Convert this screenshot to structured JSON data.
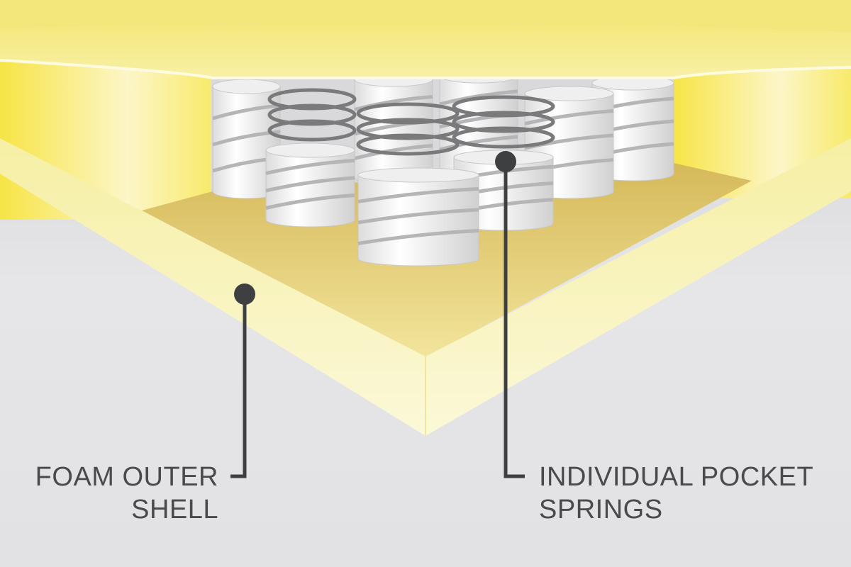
{
  "title": "Pocket spring mattress cross-section",
  "callouts": [
    {
      "id": "foam",
      "line1": "FOAM OUTER",
      "line2": "SHELL"
    },
    {
      "id": "springs",
      "line1": "INDIVIDUAL POCKET",
      "line2": "SPRINGS"
    }
  ],
  "colors": {
    "background": "#e4e4e6",
    "foam": "#f5ec8a",
    "foam_light": "#fbf6c8",
    "floor": "#e2c870",
    "spring_pocket": "#f4f4f4",
    "coil": "#7a7a7c",
    "callout": "#3e3f41",
    "text": "#4a4a4c"
  }
}
